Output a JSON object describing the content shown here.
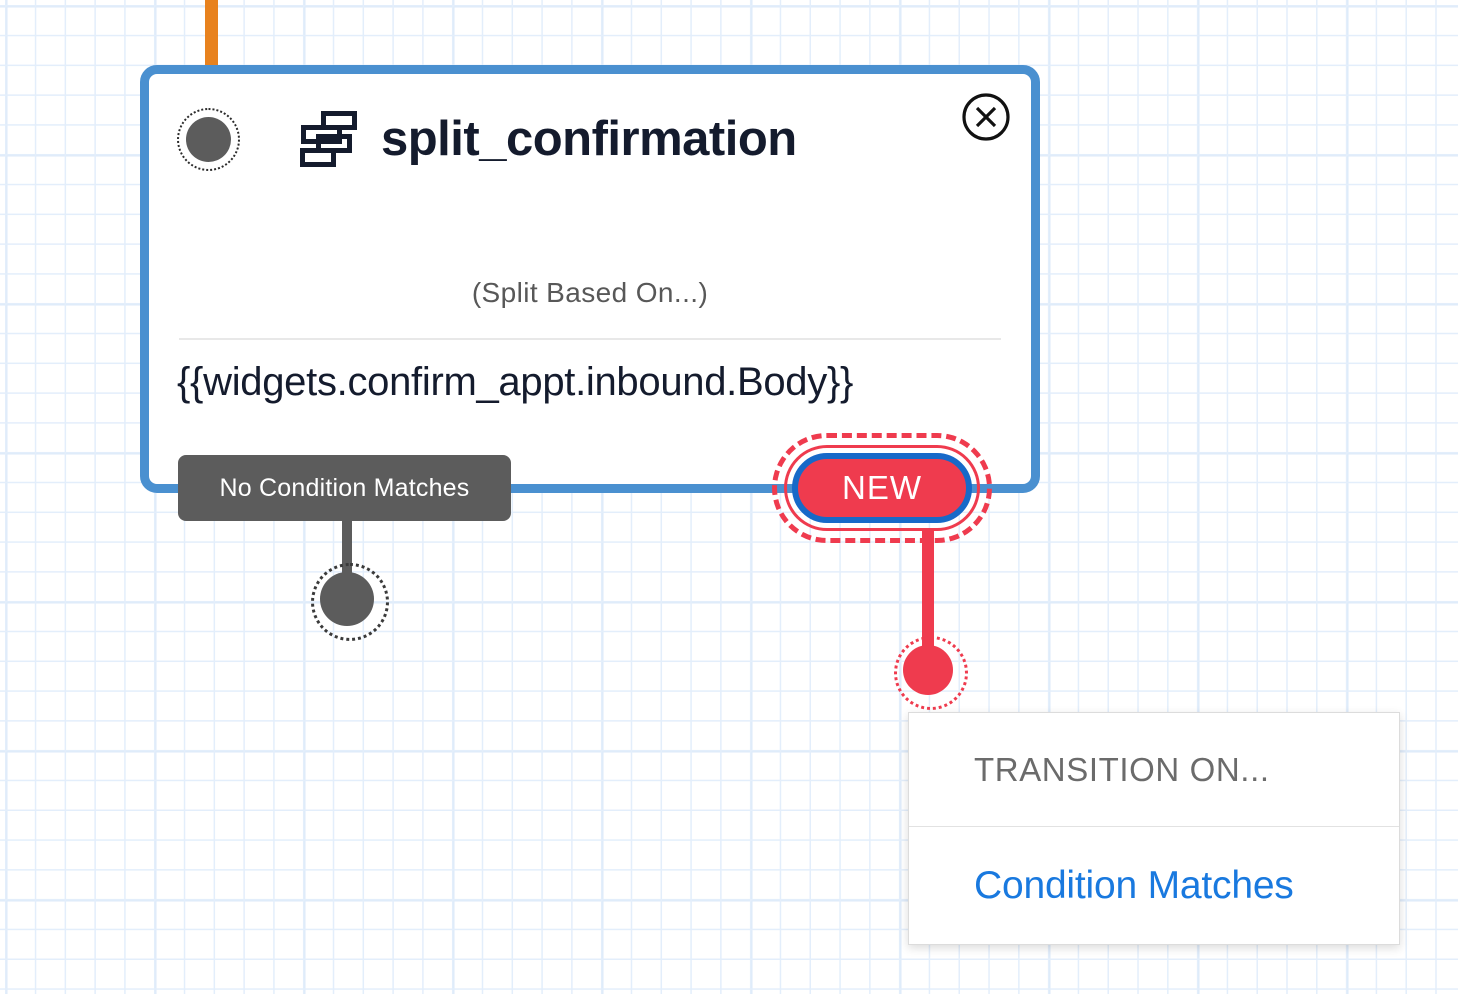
{
  "canvas": {
    "grid_color": "#e3eefb",
    "background": "#ffffff"
  },
  "incoming_connector": {
    "name": "incoming-orange-wire",
    "color": "#e8821e"
  },
  "node": {
    "title": "split_confirmation",
    "subtitle": "(Split Based On...)",
    "expression": "{{widgets.confirm_appt.inbound.Body}}",
    "icon": "split-icon",
    "close_icon": "close-circle-icon",
    "border_color": "#4a90d0",
    "input_dot": "node-input-dot"
  },
  "transitions": [
    {
      "label": "No Condition Matches",
      "style": "default",
      "color": "#5c5c5c",
      "dot": "transition-dot-gray"
    },
    {
      "label": "NEW",
      "style": "selected",
      "color": "#ef3b4e",
      "border_color": "#1769c8",
      "dot": "transition-dot-red"
    }
  ],
  "transition_menu": {
    "header": "TRANSITION ON...",
    "options": [
      {
        "label": "Condition Matches",
        "color": "#1979df"
      }
    ]
  }
}
